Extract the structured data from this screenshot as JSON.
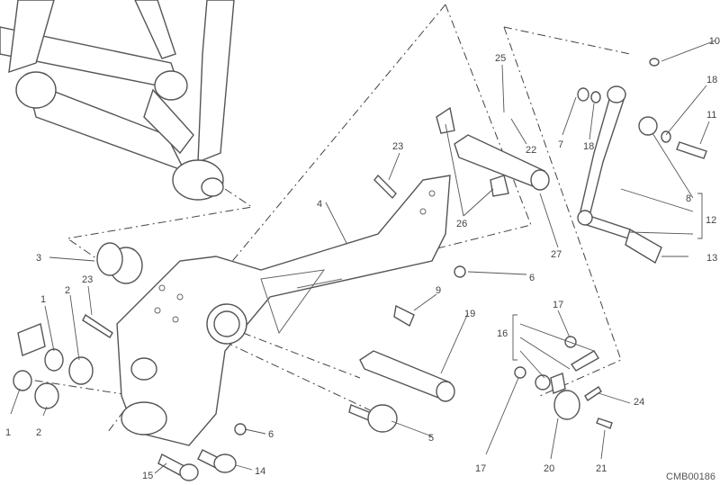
{
  "diagram": {
    "code": "CMB00186",
    "labels": [
      "10",
      "18",
      "11",
      "8",
      "12",
      "13",
      "7",
      "18",
      "25",
      "22",
      "23",
      "4",
      "27",
      "26",
      "3",
      "6",
      "9",
      "19",
      "1",
      "23",
      "2",
      "17",
      "16",
      "24",
      "1",
      "2",
      "6",
      "5",
      "15",
      "14",
      "17",
      "20",
      "21"
    ]
  }
}
